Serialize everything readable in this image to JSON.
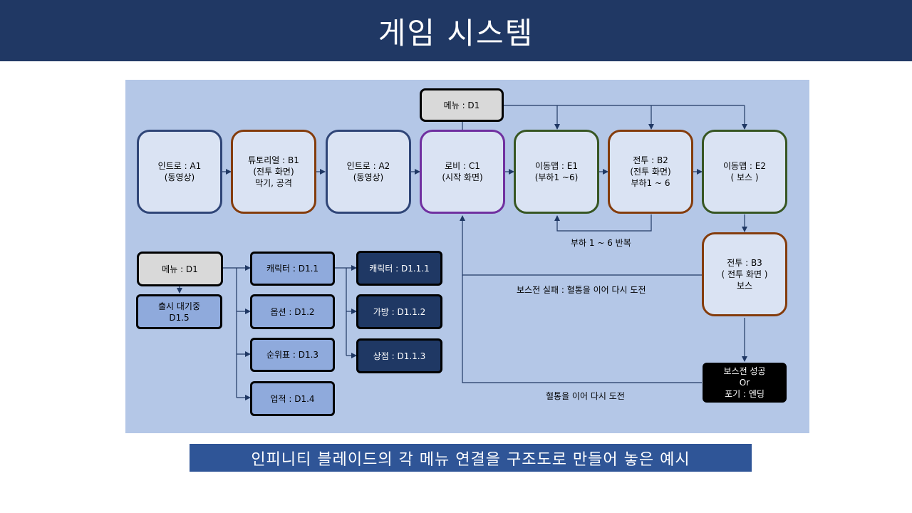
{
  "title": "게임 시스템",
  "caption": "인피니티 블레이드의 각 메뉴 연결을 구조도로 만들어 놓은 예시",
  "nodes": {
    "menu_top": "메뉴 : D1",
    "intro_a1": "인트로 : A1\n(동영상)",
    "tutorial_b1": "튜토리얼 : B1\n(전투 화면)\n막기, 공격",
    "intro_a2": "인트로 : A2\n(동영상)",
    "lobby_c1": "로비 : C1\n(시작 화면)",
    "move_e1": "이동맵 : E1\n(부하1  ~6)",
    "battle_b2": "전투 : B2\n(전투 화면)\n부하1  ~ 6",
    "move_e2": "이동맵 : E2\n( 보스 )",
    "battle_b3": "전투 : B3\n( 전투 화면 )\n보스",
    "boss_result": "보스전 성공\nOr\n포기 : 엔딩",
    "menu_d1": "메뉴 : D1",
    "release_d15": "출시 대기중\nD1.5",
    "character_d11": "캐릭터 : D1.1",
    "option_d12": "옵션 : D1.2",
    "ranking_d13": "순위표 : D1.3",
    "achievement_d14": "업적 : D1.4",
    "character_d111": "캐릭터 : D1.1.1",
    "bag_d112": "가방 : D1.1.2",
    "shop_d113": "상점 : D1.1.3"
  },
  "labels": {
    "minion_repeat": "부하 1 ~ 6 반복",
    "boss_fail": "보스전 실패 : 혈통을 이어 다시 도전",
    "bloodline_retry": "혈통을 이어 다시 도전"
  },
  "colors": {
    "title_bar": "#203864",
    "canvas": "#b4c7e7",
    "caption_bar": "#2f5597",
    "node_fill": "#dae3f3",
    "border_blue": "#2f4577",
    "border_brown": "#843c0c",
    "border_purple": "#7030a0",
    "border_green": "#375623",
    "submenu_fill": "#8faadc",
    "deep_menu_fill": "#1f3864"
  }
}
